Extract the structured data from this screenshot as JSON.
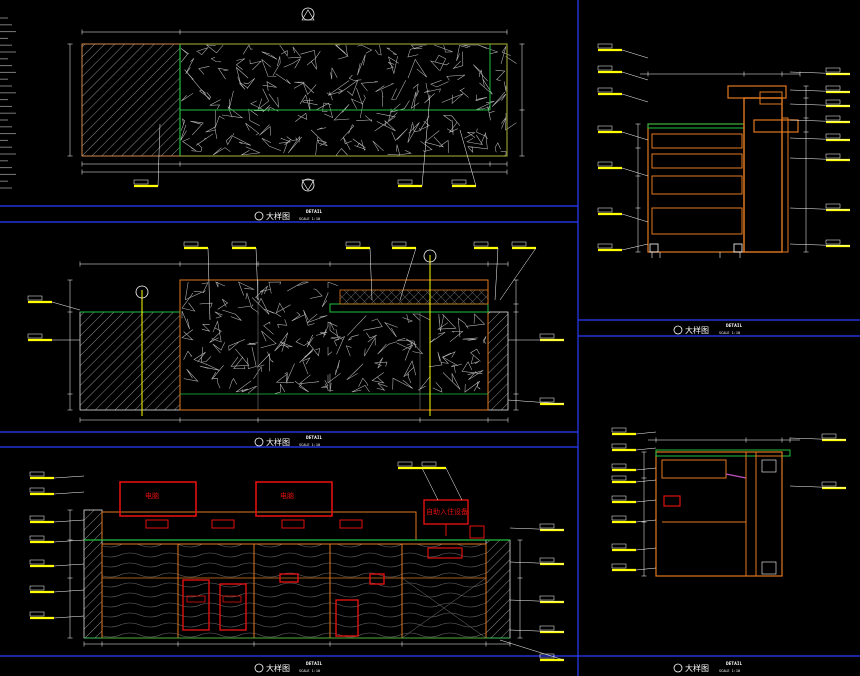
{
  "panels": [
    {
      "id": "p1",
      "title": "大样图",
      "subtitle": "DETAIL",
      "scale": "SCALE 1:10"
    },
    {
      "id": "p2",
      "title": "大样图",
      "subtitle": "DETAIL",
      "scale": "SCALE 1:10"
    },
    {
      "id": "p3",
      "title": "大样图",
      "subtitle": "DETAIL",
      "scale": "SCALE 1:10"
    },
    {
      "id": "p4",
      "title": "大样图",
      "subtitle": "DETAIL",
      "scale": "SCALE 1:10"
    },
    {
      "id": "p5",
      "title": "大样图",
      "subtitle": "DETAIL",
      "scale": "SCALE 1:10"
    }
  ],
  "annotations": {
    "monitor_left": "电脑",
    "monitor_right": "电脑",
    "sign": "自助入住设备"
  },
  "colors": {
    "background": "#000000",
    "frame": "#2a3cff",
    "stone_outline": "#20c040",
    "wood": "#e07820",
    "dimension": "#ffff00",
    "monitor": "#e01010",
    "hatch": "#9a9a9a",
    "stone_vein": "#b8b8b8",
    "leader": "#ffffff"
  }
}
